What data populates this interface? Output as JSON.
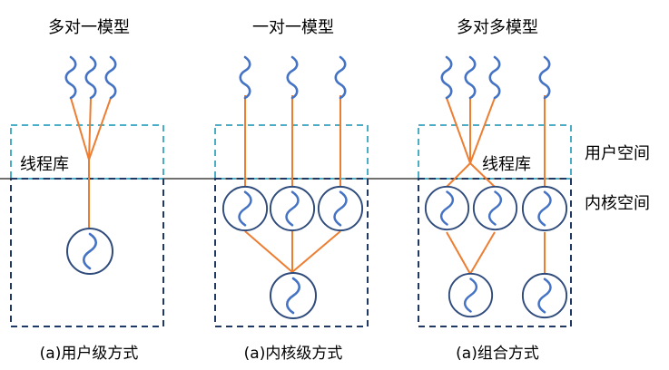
{
  "panels": [
    {
      "title": "多对一模型",
      "library_label": "线程库",
      "caption": "(a)用户级方式"
    },
    {
      "title": "一对一模型",
      "caption": "(a)内核级方式"
    },
    {
      "title": "多对多模型",
      "library_label": "线程库",
      "caption": "(a)组合方式"
    }
  ],
  "space_labels": {
    "user": "用户空间",
    "kernel": "内核空间"
  },
  "colors": {
    "user_boundary": "#4bacc6",
    "kernel_boundary": "#1f3864",
    "space_divider": "#404040",
    "connector": "#ed7d31",
    "thread_wave": "#4472c4",
    "kernel_circle": "#2f4b7c"
  },
  "icons": {
    "user_thread": "wavy-thread-icon",
    "kernel_thread": "circle-s-thread-icon"
  }
}
